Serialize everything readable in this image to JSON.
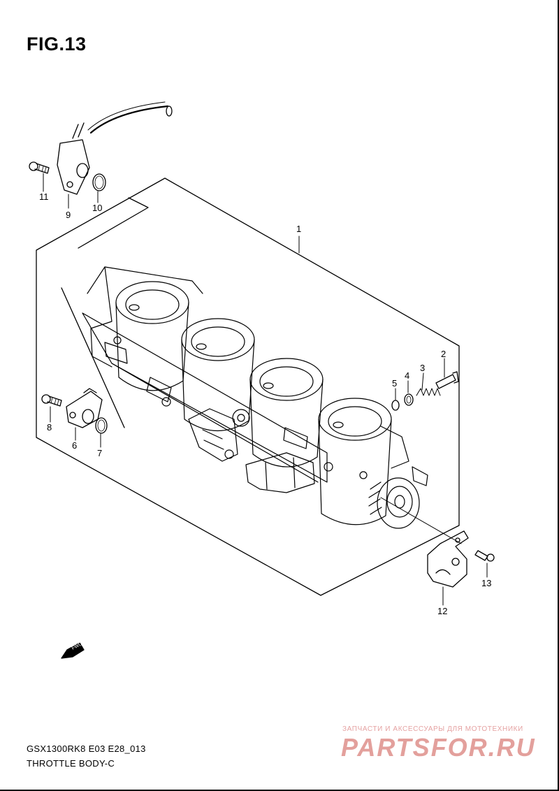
{
  "figure": {
    "title": "FIG.13"
  },
  "callouts": [
    "1",
    "2",
    "3",
    "4",
    "5",
    "6",
    "7",
    "8",
    "9",
    "10",
    "11",
    "12",
    "13"
  ],
  "arrow_label": "FWD",
  "footer": {
    "code": "GSX1300RK8 E03 E28_013",
    "name": "THROTTLE BODY-C"
  },
  "watermark": {
    "top": "ЗАПЧАСТИ И АКСЕССУАРЫ ДЛЯ МОТОТЕХНИКИ",
    "logo": "PARTSFOR.RU",
    "color": "#d9332b"
  },
  "colors": {
    "line": "#000000",
    "background": "#ffffff"
  }
}
